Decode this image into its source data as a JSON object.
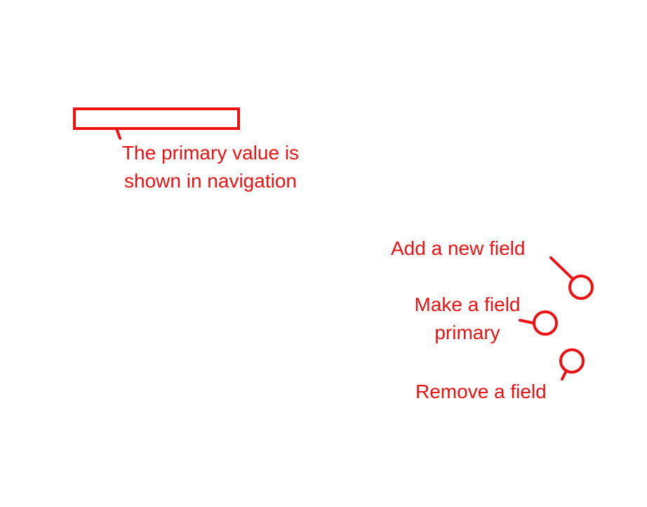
{
  "colors": {
    "annotation": "#ee1111",
    "background": "#ffffff"
  },
  "annotations": {
    "primary_value": {
      "line1": "The primary value is",
      "line2": "shown in navigation"
    },
    "add_field": {
      "text": "Add a new field"
    },
    "make_primary": {
      "line1": "Make a field",
      "line2": "primary"
    },
    "remove_field": {
      "text": "Remove a field"
    }
  }
}
